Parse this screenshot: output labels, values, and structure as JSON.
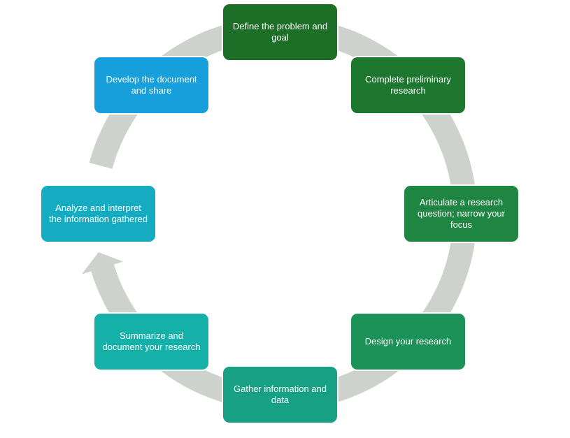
{
  "colors": {
    "ring": "#cdd3cc",
    "background": "#ffffff"
  },
  "steps": [
    {
      "label": "Define the problem and goal",
      "color": "#1d6e27"
    },
    {
      "label": "Complete preliminary research",
      "color": "#1d772f"
    },
    {
      "label": "Articulate a research question; narrow your focus",
      "color": "#1f8542"
    },
    {
      "label": "Design your research",
      "color": "#1c9259"
    },
    {
      "label": "Gather information and data",
      "color": "#17a083"
    },
    {
      "label": "Summarize and document your research",
      "color": "#15b0a8"
    },
    {
      "label": "Analyze and interpret the information gathered",
      "color": "#15acc2"
    },
    {
      "label": "Develop the document and share",
      "color": "#169fdb"
    }
  ]
}
